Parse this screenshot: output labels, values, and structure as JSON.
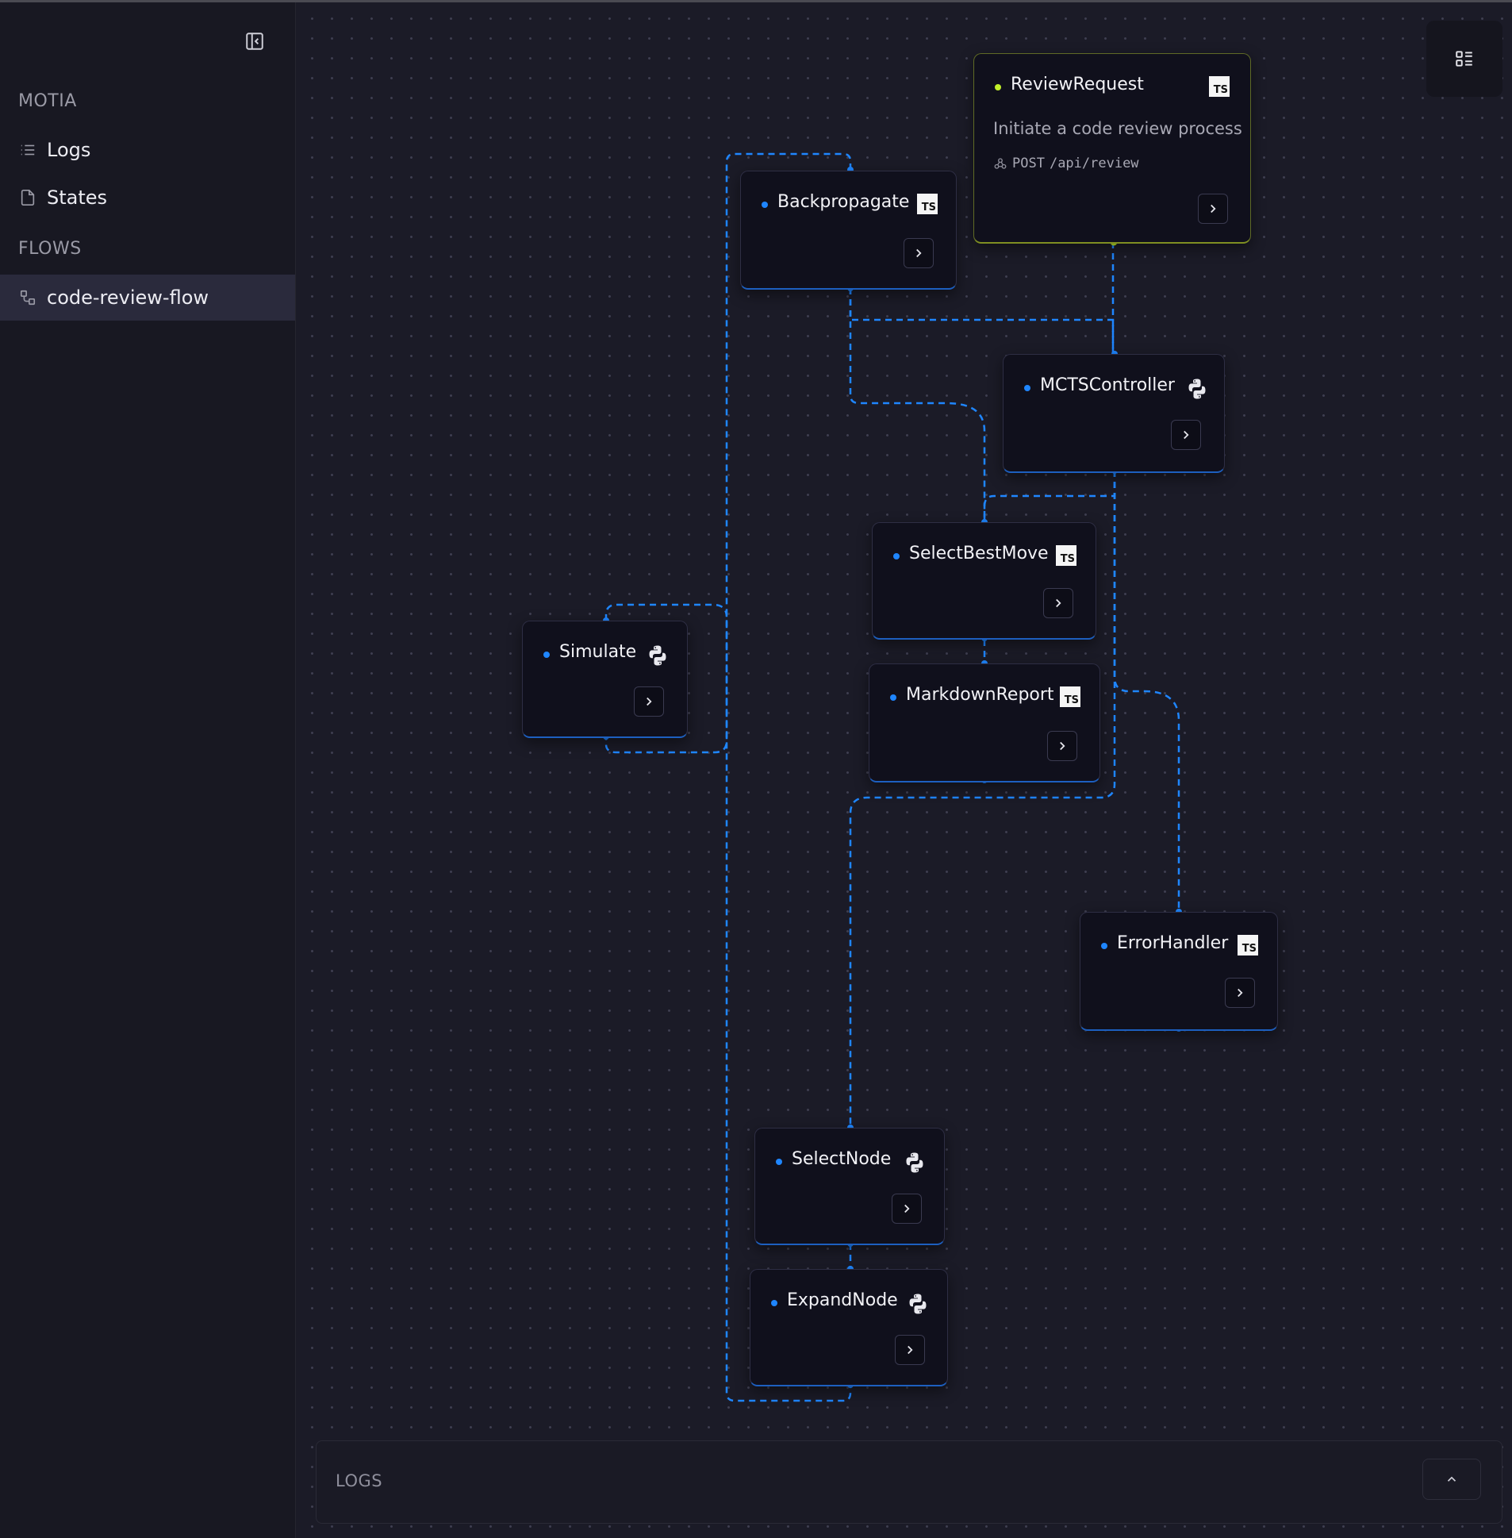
{
  "sidebar": {
    "collapse_icon": "sidebar-collapse-icon",
    "motia_title": "MOTIA",
    "items": [
      {
        "label": "Logs",
        "icon": "list-icon"
      },
      {
        "label": "States",
        "icon": "file-icon"
      }
    ],
    "flows_title": "FLOWS",
    "flows": [
      {
        "label": "code-review-flow",
        "icon": "workflow-icon",
        "active": true
      }
    ]
  },
  "canvas": {
    "nodes": [
      {
        "id": "review-request",
        "title": "ReviewRequest",
        "lang": "TS",
        "type": "api",
        "description": "Initiate a code review process",
        "method": "POST",
        "path": "/api/review"
      },
      {
        "id": "backpropagate",
        "title": "Backpropagate",
        "lang": "TS"
      },
      {
        "id": "mcts-controller",
        "title": "MCTSController",
        "lang": "Python"
      },
      {
        "id": "select-best-move",
        "title": "SelectBestMove",
        "lang": "TS"
      },
      {
        "id": "markdown-report",
        "title": "MarkdownReport",
        "lang": "TS"
      },
      {
        "id": "simulate",
        "title": "Simulate",
        "lang": "Python"
      },
      {
        "id": "error-handler",
        "title": "ErrorHandler",
        "lang": "TS"
      },
      {
        "id": "select-node",
        "title": "SelectNode",
        "lang": "Python"
      },
      {
        "id": "expand-node",
        "title": "ExpandNode",
        "lang": "Python"
      }
    ],
    "ts_badge": "TS"
  },
  "colors": {
    "edge": "#1f86ff",
    "api_accent": "#c2f02a",
    "background": "#1b1b27"
  },
  "logs": {
    "title": "LOGS"
  }
}
